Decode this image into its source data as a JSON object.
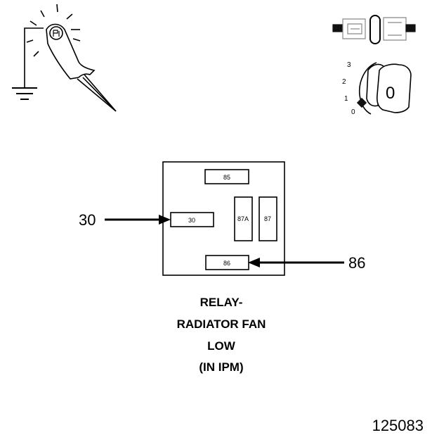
{
  "relay": {
    "pins": [
      {
        "id": "pin-85",
        "label": "85"
      },
      {
        "id": "pin-87a",
        "label": "87A"
      },
      {
        "id": "pin-87",
        "label": "87"
      },
      {
        "id": "pin-30",
        "label": "30"
      },
      {
        "id": "pin-86",
        "label": "86"
      }
    ],
    "wire_labels": {
      "left": "30",
      "right": "86"
    }
  },
  "ignition": {
    "positions": [
      "3",
      "2",
      "1",
      "0"
    ],
    "key_position": "0"
  },
  "caption": [
    "RELAY-",
    "RADIATOR FAN",
    "LOW",
    "(IN IPM)"
  ],
  "figure_id": "125083",
  "icons": [
    "test-light-icon",
    "ground-icon",
    "connector-icon",
    "ignition-key-icon"
  ],
  "colors": {
    "line": "#000000",
    "background": "#ffffff",
    "connector_fill": "#111111"
  }
}
